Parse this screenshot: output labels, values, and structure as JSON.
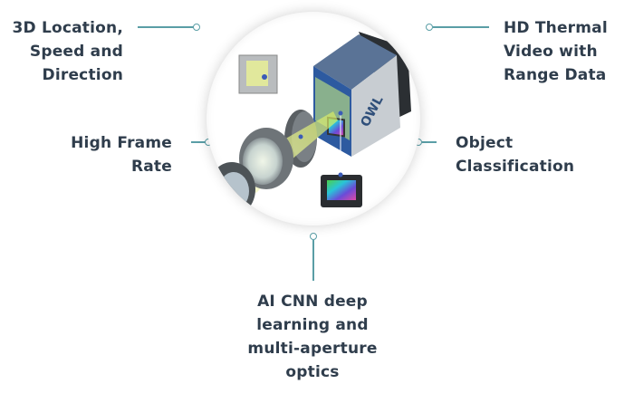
{
  "features": {
    "top_left": [
      "3D Location,",
      "Speed and",
      "Direction"
    ],
    "top_right": [
      "HD Thermal",
      "Video with",
      "Range Data"
    ],
    "mid_left": [
      "High Frame",
      "Rate"
    ],
    "mid_right": [
      "Object",
      "Classification"
    ],
    "bottom": [
      "AI CNN deep",
      "learning and",
      "multi-aperture",
      "optics"
    ]
  },
  "hero": {
    "brand_text": "OWL",
    "icon": "exploded-thermal-camera-illustration"
  },
  "colors": {
    "text": "#2f3d4c",
    "connector": "#5a9ea6",
    "camera_body": "#4a6487"
  }
}
